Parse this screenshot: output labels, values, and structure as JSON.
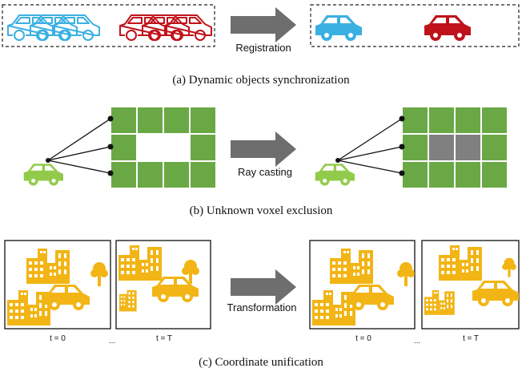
{
  "panel_a": {
    "arrow_label": "Registration",
    "caption": "(a)  Dynamic objects synchronization"
  },
  "panel_b": {
    "arrow_label": "Ray casting",
    "caption": "(b)  Unknown voxel exclusion"
  },
  "panel_c": {
    "arrow_label": "Transformation",
    "caption": "(c)  Coordinate unification",
    "frames": [
      {
        "time_label": "t = 0"
      },
      {
        "time_label": "t = T"
      },
      {
        "time_label": "t = 0"
      },
      {
        "time_label": "t = T"
      }
    ],
    "ellipsis": "..."
  },
  "colors": {
    "blue_car": "#3ab0e2",
    "red_car": "#c0121a",
    "green_car": "#92cb4b",
    "grid_green": "#6aa845",
    "occupied_grey": "#808080",
    "city_yellow": "#f2b515",
    "arrow_grey": "#6e6e6e"
  }
}
